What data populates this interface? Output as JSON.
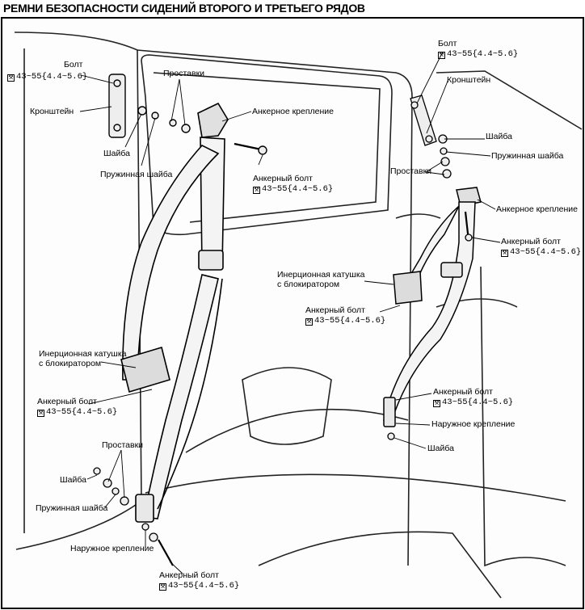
{
  "title": "РЕМНИ БЕЗОПАСНОСТИ СИДЕНИЙ ВТОРОГО И ТРЕТЬЕГО РЯДОВ",
  "torque_icon": "torque-wrench-icon",
  "labels": {
    "bolt_left": "Болт",
    "torque_bolt_left": "43~55{4.4~5.6}",
    "bracket_left": "Кронштейн",
    "washer_left_top": "Шайба",
    "spring_washer_left_top": "Пружинная шайба",
    "spacers_left_top": "Проставки",
    "anchor_mount_left": "Анкерное крепление",
    "anchor_bolt_left_top": "Анкерный болт",
    "torque_anchor_left_top": "43~55{4.4~5.6}",
    "retractor_left_line1": "Инерционная катушка",
    "retractor_left_line2": "с блокиратором",
    "anchor_bolt_left_mid": "Анкерный болт",
    "torque_anchor_left_mid": "43~55{4.4~5.6}",
    "spacers_left_bottom": "Проставки",
    "washer_left_bottom": "Шайба",
    "spring_washer_left_bottom": "Пружинная шайба",
    "outer_mount_left": "Наружное крепление",
    "anchor_bolt_left_bottom": "Анкерный болт",
    "torque_anchor_left_bottom": "43~55{4.4~5.6}",
    "bolt_right": "Болт",
    "torque_bolt_right": "43~55{4.4~5.6}",
    "bracket_right": "Кронштейн",
    "washer_right_top": "Шайба",
    "spring_washer_right": "Пружинная шайба",
    "spacers_right": "Проставки",
    "anchor_mount_right": "Анкерное крепление",
    "anchor_bolt_right_top": "Анкерный болт",
    "torque_anchor_right_top": "43~55{4.4~5.6}",
    "retractor_right_line1": "Инерционная катушка",
    "retractor_right_line2": "с блокиратором",
    "anchor_bolt_right_mid": "Анкерный болт",
    "torque_anchor_right_mid": "43~55{4.4~5.6}",
    "anchor_bolt_right_bottom": "Анкерный болт",
    "torque_anchor_right_bottom": "43~55{4.4~5.6}",
    "outer_mount_right": "Наружное крепление",
    "washer_right_bottom": "Шайба"
  }
}
